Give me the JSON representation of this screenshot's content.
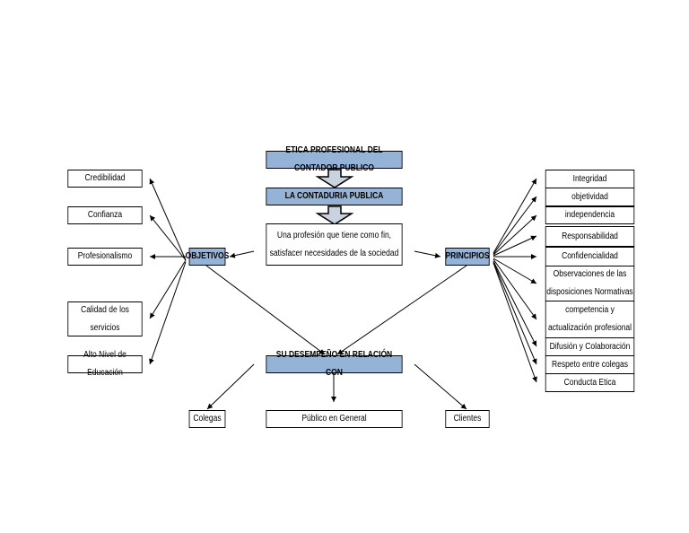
{
  "colors": {
    "accent": "#95b3d7",
    "border": "#000000"
  },
  "title": "ETICA PROFESIONAL DEL CONTADOR PUBLICO",
  "subtitle": "LA CONTADURIA PUBLICA",
  "definition": "Una profesión que tiene como fin, satisfacer necesidades de la sociedad",
  "objetivos": {
    "label": "OBJETIVOS",
    "items": [
      "Credibilidad",
      "Confianza",
      "Profesionalismo",
      "Calidad de los servicios",
      "Alto Nivel de Educación"
    ]
  },
  "principios": {
    "label": "PRINCIPIOS",
    "items": [
      "Integridad",
      "objetividad",
      "independencia",
      "Responsabilidad",
      "Confidencialidad",
      "Observaciones de las disposiciones Normativas",
      "competencia y actualización profesional",
      "Difusión y Colaboración",
      "Respeto entre colegas",
      "Conducta Etica"
    ]
  },
  "desempeno": {
    "label": "SU DESEMPEÑO EN RELACIÓN CON",
    "items": [
      "Colegas",
      "Público en General",
      "Clientes"
    ]
  }
}
